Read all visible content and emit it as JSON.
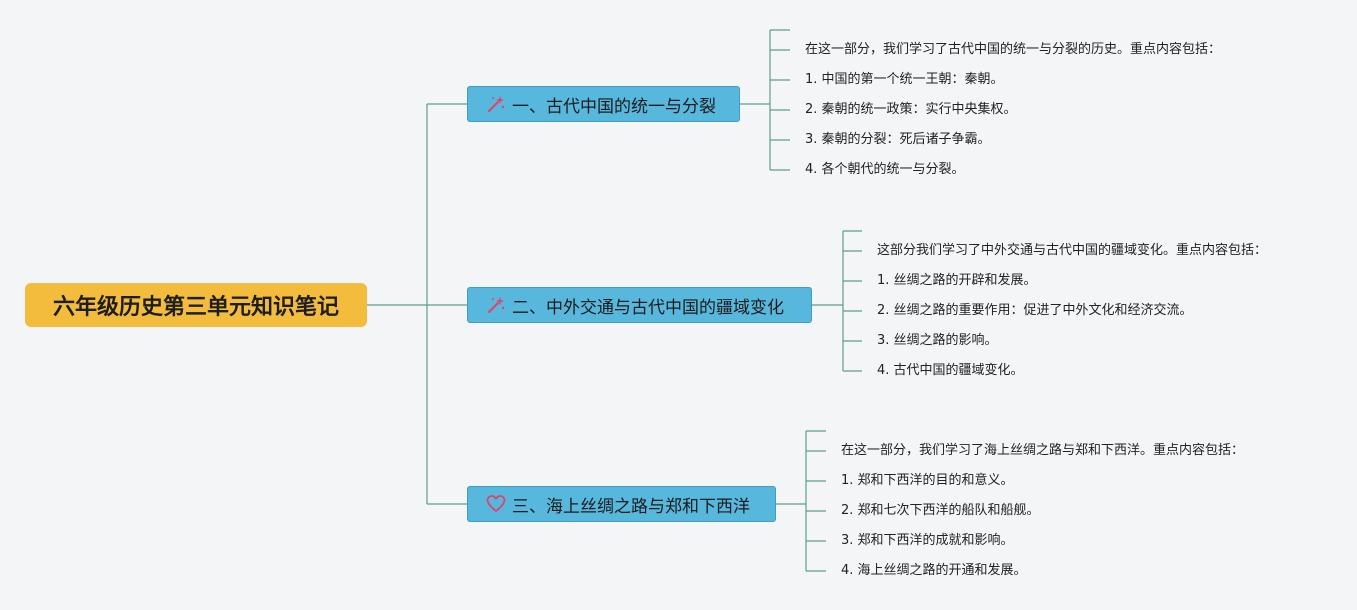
{
  "root": {
    "title": "六年级历史第三单元知识笔记"
  },
  "branches": [
    {
      "title": "一、古代中国的统一与分裂",
      "icon": "magic-wand-icon",
      "items": [
        "在这一部分，我们学习了古代中国的统一与分裂的历史。重点内容包括：",
        "1. 中国的第一个统一王朝：秦朝。",
        "2. 秦朝的统一政策：实行中央集权。",
        "3. 秦朝的分裂：死后诸子争霸。",
        "4. 各个朝代的统一与分裂。"
      ]
    },
    {
      "title": "二、中外交通与古代中国的疆域变化",
      "icon": "magic-wand-icon",
      "items": [
        "这部分我们学习了中外交通与古代中国的疆域变化。重点内容包括：",
        "1. 丝绸之路的开辟和发展。",
        "2. 丝绸之路的重要作用：促进了中外文化和经济交流。",
        "3. 丝绸之路的影响。",
        "4. 古代中国的疆域变化。"
      ]
    },
    {
      "title": "三、海上丝绸之路与郑和下西洋",
      "icon": "heart-icon",
      "items": [
        "在这一部分，我们学习了海上丝绸之路与郑和下西洋。重点内容包括：",
        "1. 郑和下西洋的目的和意义。",
        "2. 郑和七次下西洋的船队和船舰。",
        "3. 郑和下西洋的成就和影响。",
        "4. 海上丝绸之路的开通和发展。"
      ]
    }
  ],
  "colors": {
    "root_fill": "#f4bc3c",
    "branch_fill": "#58b7dc",
    "connector": "#5e9e8e",
    "icon_accent": "#e0436a"
  }
}
